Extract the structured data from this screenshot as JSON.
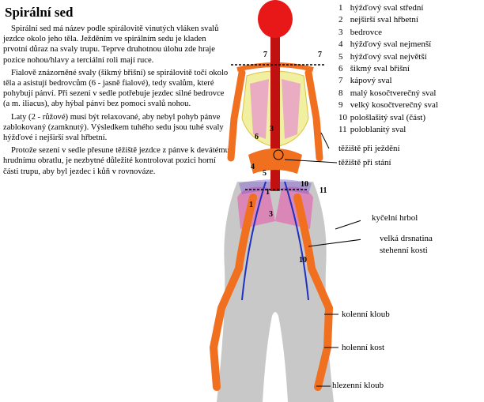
{
  "title": "Spirální sed",
  "paragraphs": [
    "Spirální sed má název podle spirálovitě vinutých vláken svalů jezdce okolo jeho těla. Ježděním ve spirálním sedu je kladen prvotní důraz na svaly trupu. Teprve druhotnou úlohu zde hraje pozice nohou/hlavy a terciální roli mají ruce.",
    "Fialově znázorněné svaly (šikmý břišní) se spirálovitě točí okolo těla a asistují bedrovcům (6 - jasně fialové), tedy svalům, které pohybují pánví. Při sezení v sedle potřebuje jezdec silné bedrovce (a m. iliacus), aby hýbal pánví bez pomoci svalů nohou.",
    "Laty (2 - růžové) musí být relaxované, aby nebyl pohyb pánve zablokovaný (zamknutý). Výsledkem tuhého sedu jsou tuhé svaly hýžďové i nejširší sval hřbetní.",
    "Protože sezení v sedle přesune těžiště jezdce z pánve k devátému hrudnímu obratlu, je nezbytné důležité kontrolovat pozici horní části trupu, aby byl jezdec i kůň v rovnováze."
  ],
  "legend": [
    {
      "num": "1",
      "label": "hýžďový sval střední"
    },
    {
      "num": "2",
      "label": "nejširší sval hřbetní"
    },
    {
      "num": "3",
      "label": "bedrovce"
    },
    {
      "num": "4",
      "label": "hýžďový sval nejmenší"
    },
    {
      "num": "5",
      "label": "hýžďový sval největší"
    },
    {
      "num": "6",
      "label": "šikmý sval břišní"
    },
    {
      "num": "7",
      "label": "kápový sval"
    },
    {
      "num": "8",
      "label": "malý kosočtverečný sval"
    },
    {
      "num": "9",
      "label": "velký kosočtverečný sval"
    },
    {
      "num": "10",
      "label": "pološlašitý sval (část)"
    },
    {
      "num": "11",
      "label": "poloblanitý sval"
    }
  ],
  "callouts": {
    "riding_cog": "těžiště při ježdění",
    "standing_cog": "těžiště při stání",
    "hip_joint": "kyčelní hrbol",
    "trochanter_line1": "velká drsnatina",
    "trochanter_line2": "stehenní kosti",
    "knee": "kolenní kloub",
    "shin": "holenní kost",
    "ankle": "hlezenní kloub"
  },
  "figure_numbers": {
    "n7a": "7",
    "n7b": "7",
    "n3a": "3",
    "n3b": "3",
    "n6": "6",
    "n4": "4",
    "n5": "5",
    "n1a": "1",
    "n1b": "1",
    "n10a": "10",
    "n10b": "10",
    "n11": "11"
  },
  "colors": {
    "bone": "#f07020",
    "skull": "#e81818",
    "spine": "#c01010",
    "horse": "#c8c8c8",
    "muscle_pink": "#e070b0",
    "muscle_purple": "#7050c0",
    "muscle_yellow": "#f0f0a0",
    "blue_line": "#2030c0"
  }
}
